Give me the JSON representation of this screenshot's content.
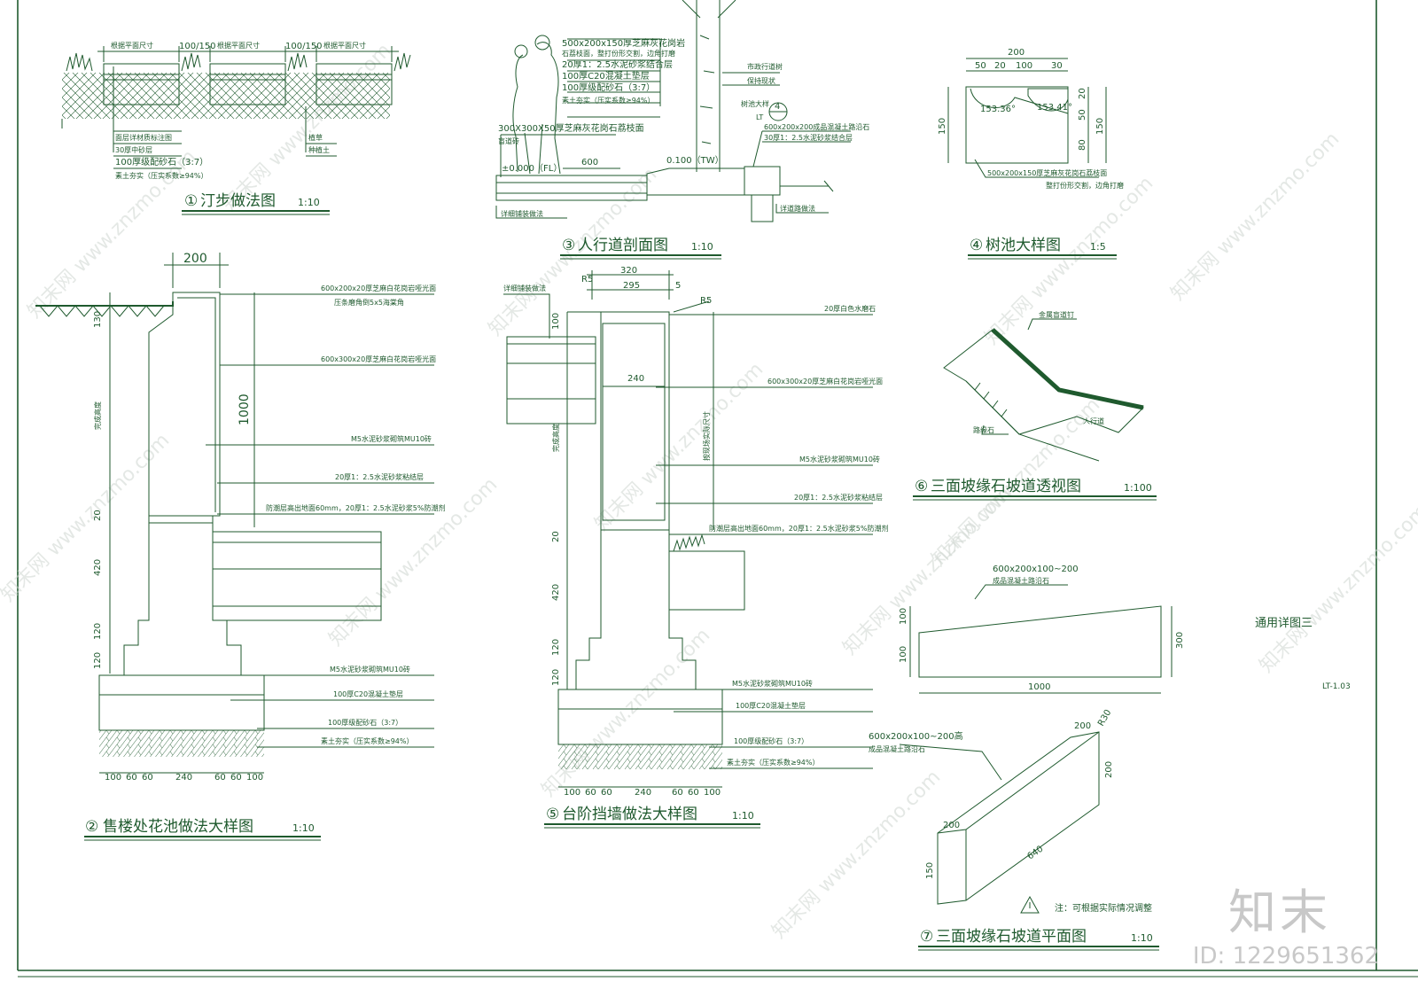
{
  "sheet": {
    "drawing_name": "通用详图三",
    "drawing_no": "LT-1.03",
    "note": "注：可根据实际情况调整"
  },
  "watermark": {
    "text": "知末网 www.znzmo.com",
    "logo": "知末",
    "id": "ID: 1229651362"
  },
  "d1": {
    "num": "①",
    "title": "汀步做法图",
    "scale": "1:10",
    "dims": [
      "根据平面尺寸",
      "100/150",
      "根据平面尺寸",
      "100/150",
      "根据平面尺寸"
    ],
    "labels_left": [
      "面层详材质标注图",
      "30厚中砂层",
      "100厚级配砂石（3:7）",
      "素土夯实（压实系数≥94%）"
    ],
    "labels_right": [
      "植草",
      "种植土"
    ]
  },
  "d2": {
    "num": "②",
    "title": "售楼处花池做法大样图",
    "scale": "1:10",
    "top_dim": "200",
    "height_dim": "1000",
    "vert_dims": [
      "130",
      "20",
      "420",
      "120",
      "120"
    ],
    "vert_label": "完成高度",
    "bottom_dims": [
      "100",
      "60",
      "60",
      "240",
      "60",
      "60",
      "100"
    ],
    "labels": [
      "600x200x20厚芝麻白花岗岩哑光面",
      "压条磨角倒5x5海棠角",
      "600x300x20厚芝麻白花岗岩哑光面",
      "M5水泥砂浆砌筑MU10砖",
      "20厚1：2.5水泥砂浆粘结层",
      "防潮层高出地面60mm，20厚1：2.5水泥砂浆5%防潮剂",
      "M5水泥砂浆砌筑MU10砖",
      "100厚C20混凝土垫层",
      "100厚级配砂石（3:7）",
      "素土夯实（压实系数≥94%）"
    ]
  },
  "d3": {
    "num": "③",
    "title": "人行道剖面图",
    "scale": "1:10",
    "labels": [
      "500x200x150厚芝麻灰花岗岩",
      "石荔枝面，整打份形交割，边角打磨",
      "20厚1：2.5水泥砂浆结合层",
      "100厚C20混凝土垫层",
      "100厚级配砂石（3:7）",
      "素土夯实（压实系数≥94%）",
      "300X300X50厚芝麻灰花岗石荔枝面",
      "盲道砖",
      "市政行道树",
      "保持现状",
      "树池大样",
      "600x200x200成品混凝土路沿石",
      "30厚1：2.5水泥砂浆结合层",
      "详细铺装做法",
      "详道路做法"
    ],
    "elev_left": "±0.000（FL）",
    "elev_right": "0.100（TW）",
    "dim_600": "600",
    "ref_num": "4",
    "ref_sheet": "LT"
  },
  "d4": {
    "num": "④",
    "title": "树池大样图",
    "scale": "1:5",
    "top_dim": "200",
    "sub_dims": [
      "50",
      "20",
      "100",
      "30"
    ],
    "right_dims": [
      "20",
      "50",
      "80"
    ],
    "side_dim": "150",
    "side_dim_left": "150",
    "angles": [
      "153.36°",
      "153.41°"
    ],
    "labels": [
      "500x200x150厚芝麻灰花岗石荔枝面",
      "整打份形交割，边角打磨"
    ]
  },
  "d5": {
    "num": "⑤",
    "title": "台阶挡墙做法大样图",
    "scale": "1:10",
    "top_dims": [
      "320",
      "295",
      "5",
      "240"
    ],
    "radius": [
      "R5",
      "R5"
    ],
    "vert_dims": [
      "100",
      "20",
      "420",
      "120",
      "120"
    ],
    "vert_label": "完成高度",
    "inner_label": "按现场实际尺寸",
    "bottom_dims": [
      "100",
      "60",
      "60",
      "240",
      "60",
      "60",
      "100"
    ],
    "labels": [
      "详细铺装做法",
      "20厚白色水磨石",
      "600x300x20厚芝麻白花岗岩哑光面",
      "M5水泥砂浆砌筑MU10砖",
      "20厚1：2.5水泥砂浆粘结层",
      "防潮层高出地面60mm，20厚1：2.5水泥砂浆5%防潮剂",
      "M5水泥砂浆砌筑MU10砖",
      "100厚C20混凝土垫层",
      "100厚级配砂石（3:7）",
      "素土夯实（压实系数≥94%）"
    ]
  },
  "d6": {
    "num": "⑥",
    "title": "三面坡缘石坡道透视图",
    "scale": "1:100",
    "labels": [
      "金属盲道钉",
      "路缘石",
      "人行道"
    ]
  },
  "d7": {
    "num": "⑦",
    "title": "三面坡缘石坡道平面图",
    "scale": "1:10",
    "elev_label": "600x200x100~200",
    "elev_sub": "成品混凝土路沿石",
    "elev_dims": [
      "100",
      "100",
      "300",
      "1000"
    ],
    "iso_label": "600x200x100~200高",
    "iso_sub": "成品混凝土路沿石",
    "iso_dims": [
      "200",
      "R30",
      "200",
      "200",
      "150",
      "640"
    ]
  }
}
